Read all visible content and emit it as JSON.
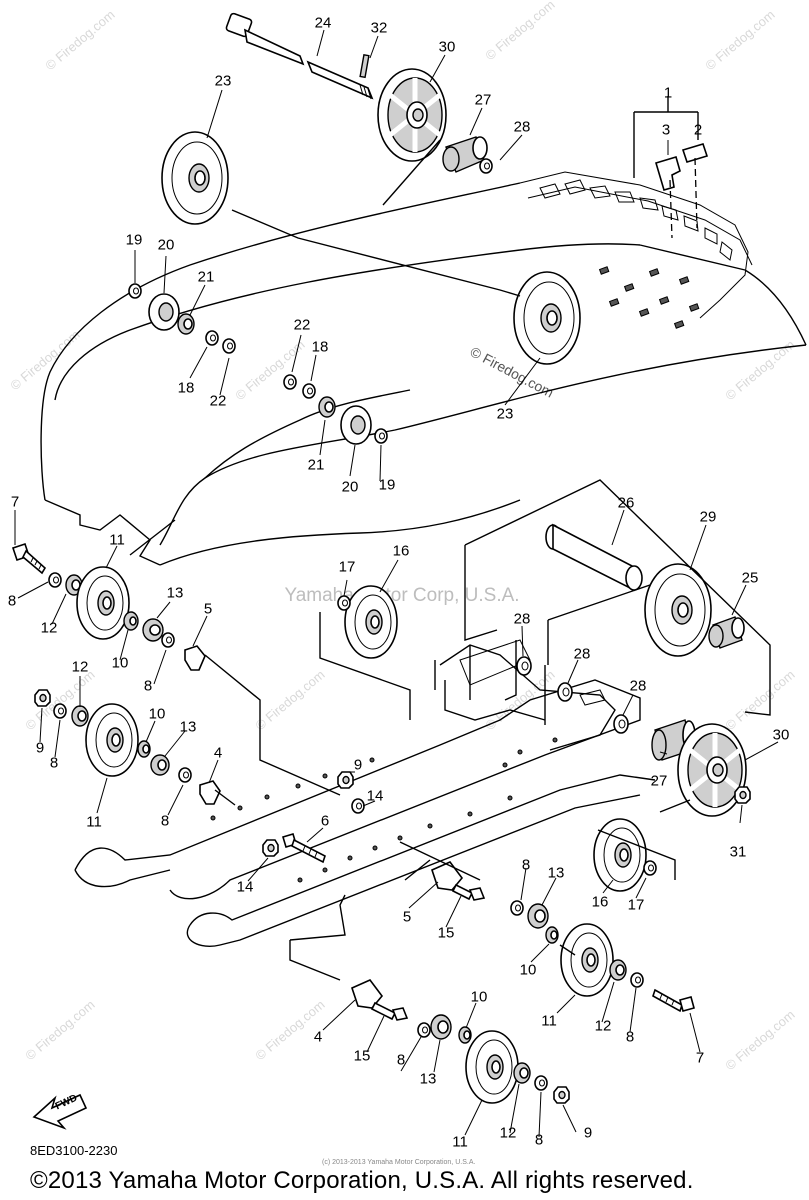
{
  "watermark": {
    "site": "© Firedog.com",
    "center_text": "Yamaha Motor Corp, U.S.A.",
    "mid_text": "© Firedog.com"
  },
  "arrow": {
    "label": "FWD"
  },
  "footer": {
    "part_code": "8ED3100-2230",
    "fine_print": "(c) 2013-2013 Yamaha Motor Corporation, U.S.A.",
    "copyright": "©2013 Yamaha Motor Corporation, U.S.A. All rights reserved."
  },
  "labels": [
    {
      "id": "l1",
      "text": "1"
    },
    {
      "id": "l2",
      "text": "2"
    },
    {
      "id": "l3",
      "text": "3"
    },
    {
      "id": "l4a",
      "text": "4"
    },
    {
      "id": "l4b",
      "text": "4"
    },
    {
      "id": "l5a",
      "text": "5"
    },
    {
      "id": "l5b",
      "text": "5"
    },
    {
      "id": "l6",
      "text": "6"
    },
    {
      "id": "l7a",
      "text": "7"
    },
    {
      "id": "l7b",
      "text": "7"
    },
    {
      "id": "l8a",
      "text": "8"
    },
    {
      "id": "l8b",
      "text": "8"
    },
    {
      "id": "l8c",
      "text": "8"
    },
    {
      "id": "l8d",
      "text": "8"
    },
    {
      "id": "l8e",
      "text": "8"
    },
    {
      "id": "l8f",
      "text": "8"
    },
    {
      "id": "l8g",
      "text": "8"
    },
    {
      "id": "l8h",
      "text": "8"
    },
    {
      "id": "l9a",
      "text": "9"
    },
    {
      "id": "l9b",
      "text": "9"
    },
    {
      "id": "l9c",
      "text": "9"
    },
    {
      "id": "l10a",
      "text": "10"
    },
    {
      "id": "l10b",
      "text": "10"
    },
    {
      "id": "l10c",
      "text": "10"
    },
    {
      "id": "l10d",
      "text": "10"
    },
    {
      "id": "l11a",
      "text": "11"
    },
    {
      "id": "l11b",
      "text": "11"
    },
    {
      "id": "l11c",
      "text": "11"
    },
    {
      "id": "l11d",
      "text": "11"
    },
    {
      "id": "l12a",
      "text": "12"
    },
    {
      "id": "l12b",
      "text": "12"
    },
    {
      "id": "l12c",
      "text": "12"
    },
    {
      "id": "l12d",
      "text": "12"
    },
    {
      "id": "l13a",
      "text": "13"
    },
    {
      "id": "l13b",
      "text": "13"
    },
    {
      "id": "l13c",
      "text": "13"
    },
    {
      "id": "l13d",
      "text": "13"
    },
    {
      "id": "l14a",
      "text": "14"
    },
    {
      "id": "l14b",
      "text": "14"
    },
    {
      "id": "l15a",
      "text": "15"
    },
    {
      "id": "l15b",
      "text": "15"
    },
    {
      "id": "l16a",
      "text": "16"
    },
    {
      "id": "l16b",
      "text": "16"
    },
    {
      "id": "l17a",
      "text": "17"
    },
    {
      "id": "l17b",
      "text": "17"
    },
    {
      "id": "l18a",
      "text": "18"
    },
    {
      "id": "l18b",
      "text": "18"
    },
    {
      "id": "l19a",
      "text": "19"
    },
    {
      "id": "l19b",
      "text": "19"
    },
    {
      "id": "l20a",
      "text": "20"
    },
    {
      "id": "l20b",
      "text": "20"
    },
    {
      "id": "l21a",
      "text": "21"
    },
    {
      "id": "l21b",
      "text": "21"
    },
    {
      "id": "l22a",
      "text": "22"
    },
    {
      "id": "l22b",
      "text": "22"
    },
    {
      "id": "l23a",
      "text": "23"
    },
    {
      "id": "l23b",
      "text": "23"
    },
    {
      "id": "l24",
      "text": "24"
    },
    {
      "id": "l25",
      "text": "25"
    },
    {
      "id": "l26",
      "text": "26"
    },
    {
      "id": "l27a",
      "text": "27"
    },
    {
      "id": "l27b",
      "text": "27"
    },
    {
      "id": "l28a",
      "text": "28"
    },
    {
      "id": "l28b",
      "text": "28"
    },
    {
      "id": "l28c",
      "text": "28"
    },
    {
      "id": "l28d",
      "text": "28"
    },
    {
      "id": "l29",
      "text": "29"
    },
    {
      "id": "l30a",
      "text": "30"
    },
    {
      "id": "l30b",
      "text": "30"
    },
    {
      "id": "l31",
      "text": "31"
    },
    {
      "id": "l32",
      "text": "32"
    }
  ]
}
